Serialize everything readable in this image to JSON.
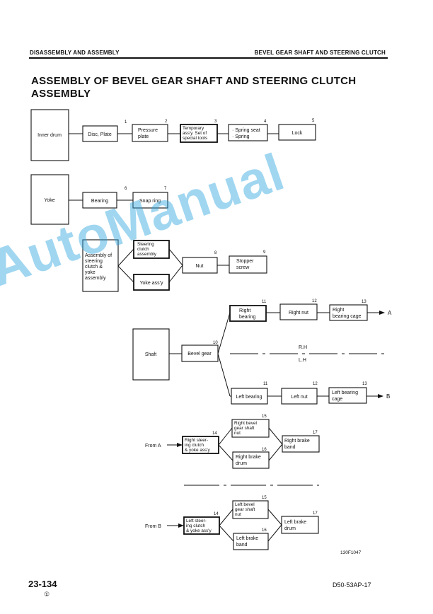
{
  "header": {
    "left": "DISASSEMBLY AND ASSEMBLY",
    "right": "BEVEL GEAR SHAFT AND STEERING CLUTCH"
  },
  "title": "ASSEMBLY OF BEVEL GEAR SHAFT AND STEERING CLUTCH ASSEMBLY",
  "diagram": {
    "inner_drum": "Inner drum",
    "disc_plate": "Disc, Plate",
    "pressure_plate": [
      "Pressure",
      "plate"
    ],
    "temporary": [
      "Temporary",
      "ass'y. Set of",
      "special tools"
    ],
    "spring": [
      "· Spring seat",
      "· Spring"
    ],
    "lock": "Lock",
    "yoke": "Yoke",
    "bearing": "Bearing",
    "snap_ring": "Snap ring",
    "assembly_of": [
      "Assembly of",
      "steering",
      "clutch &",
      "yoke",
      "assembly"
    ],
    "steering_clutch_assembly": [
      "Steering",
      "clutch",
      "assembly"
    ],
    "yoke_assy": "Yoke ass'y",
    "nut": "Nut",
    "stopper_screw": [
      "Stopper",
      "screw"
    ],
    "shaft": "Shaft",
    "bevel_gear": "Bevel gear",
    "right_bearing": [
      "Right",
      "bearing"
    ],
    "right_nut": "Right nut",
    "right_bearing_cage": [
      "Right",
      "bearing cage"
    ],
    "rh": "R.H",
    "lh": "L.H",
    "left_bearing": "Left bearing",
    "left_nut": "Left nut",
    "left_bearing_cage": [
      "Left bearing",
      "cage"
    ],
    "arrow_a": "A",
    "arrow_b": "B",
    "from_a": "From A",
    "from_b": "From B",
    "right_steering_clutch": [
      "Right steer-",
      "ing clutch",
      "& yoke ass'y"
    ],
    "right_bevel_nut": [
      "Right bevel",
      "gear shaft",
      "nut"
    ],
    "right_brake_drum": [
      "Right brake",
      "drum"
    ],
    "right_brake_band": [
      "Right brake",
      "band"
    ],
    "left_steering_clutch": [
      "Left steer-",
      "ing clutch",
      "& yoke ass'y"
    ],
    "left_bevel_nut": [
      "Left bevel",
      "gear shaft",
      "nut"
    ],
    "left_brake_band": [
      "Left brake",
      "band"
    ],
    "left_brake_drum": [
      "Left brake",
      "drum"
    ],
    "numbers": {
      "n1": "1",
      "n2": "2",
      "n3": "3",
      "n4": "4",
      "n5": "5",
      "n6": "6",
      "n7": "7",
      "n8": "8",
      "n9": "9",
      "n10": "10",
      "n11a": "11",
      "n12a": "12",
      "n13a": "13",
      "n11b": "11",
      "n12b": "12",
      "n13b": "13",
      "n14a": "14",
      "n15a": "15",
      "n16a": "16",
      "n17a": "17",
      "n14b": "14",
      "n15b": "15",
      "n16b": "16",
      "n17b": "17"
    },
    "figure_code": "130F1047"
  },
  "footer": {
    "page": "23-134",
    "sub": "①",
    "model": "D50·53AP-17"
  },
  "watermark": "AutoManual"
}
